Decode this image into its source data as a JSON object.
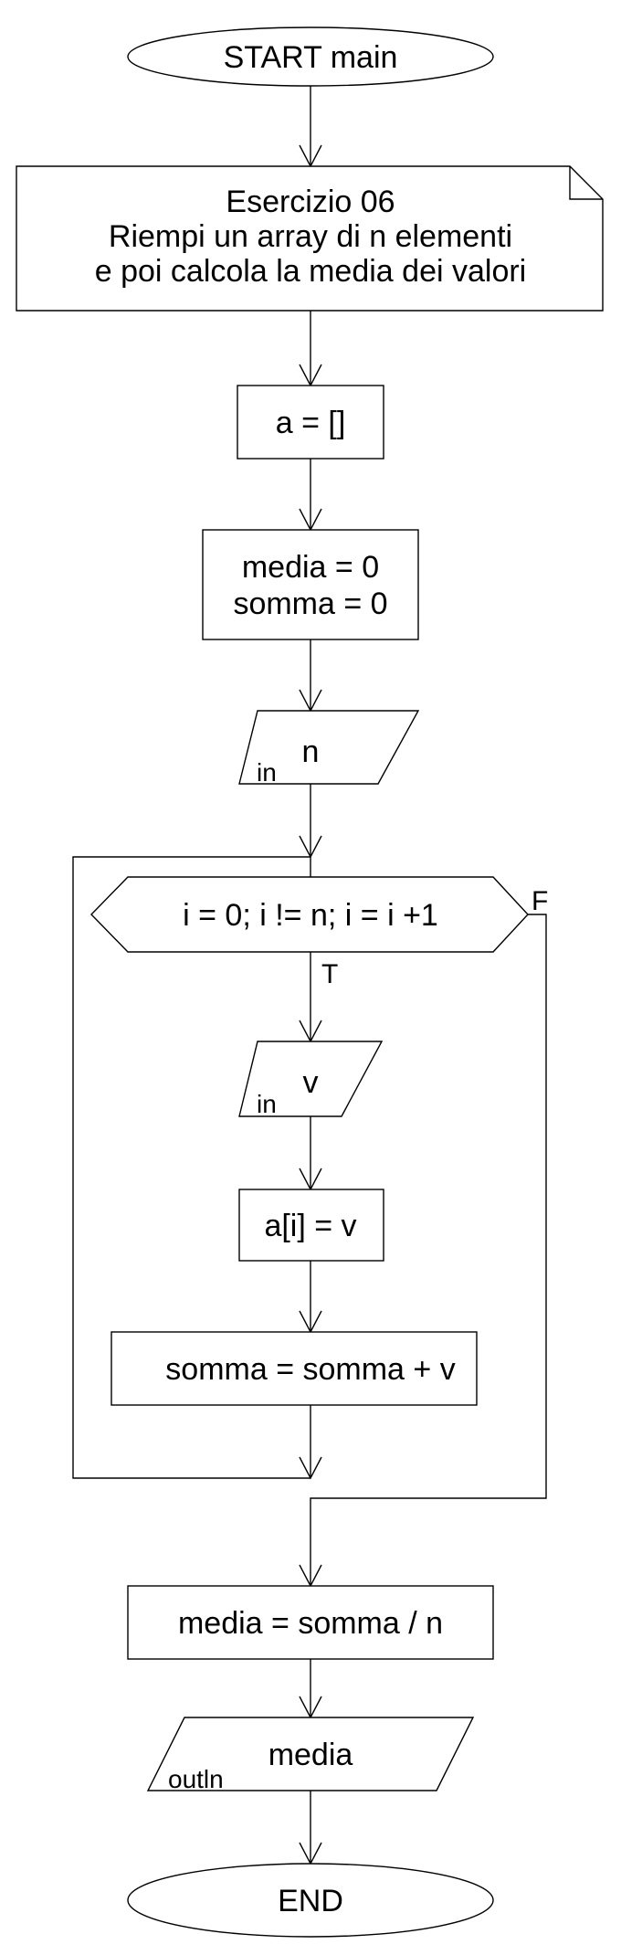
{
  "start": {
    "label": "START main"
  },
  "comment": {
    "lines": [
      "Esercizio 06",
      "Riempi un array di n elementi",
      "e poi calcola la media dei valori"
    ]
  },
  "init_array": {
    "label": "a = []"
  },
  "init_vars": {
    "lines": [
      "media = 0",
      "somma = 0"
    ]
  },
  "input_n": {
    "tag": "in",
    "var": "n"
  },
  "loop": {
    "label": "i = 0; i != n; i = i +1",
    "true_label": "T",
    "false_label": "F"
  },
  "input_v": {
    "tag": "in",
    "var": "v"
  },
  "assign": {
    "label": "a[i] = v"
  },
  "accumulate": {
    "label": "somma = somma + v"
  },
  "average": {
    "label": "media = somma / n"
  },
  "output": {
    "tag": "outln",
    "var": "media"
  },
  "end": {
    "label": "END"
  }
}
